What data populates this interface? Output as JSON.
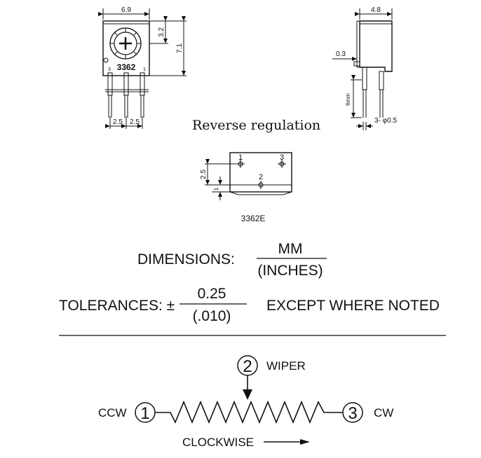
{
  "top_view": {
    "width_dim": "6.9",
    "knob_dim": "3.2",
    "height_dim": "7.1",
    "model": "3362",
    "pin3": "3",
    "pin1": "1",
    "pitch_left": "2.5",
    "pitch_right": "2.5"
  },
  "side_view": {
    "depth_dim": "4.8",
    "offset_dim": "0.3",
    "lead_len": "6mm",
    "lead_dia": "3- φ0.5"
  },
  "caption": "Reverse regulation",
  "e_view": {
    "pin1": "1",
    "pin2": "2",
    "pin3": "3",
    "dim_v1": "2.5",
    "dim_v2": "1",
    "model": "3362E"
  },
  "dimensions": {
    "label": "DIMENSIONS:",
    "unit_top": "MM",
    "unit_bottom": "(INCHES)"
  },
  "tolerances": {
    "label": "TOLERANCES: ±",
    "value_top": "0.25",
    "value_bottom": "(.010)",
    "note": "EXCEPT WHERE NOTED"
  },
  "schematic": {
    "wiper_num": "2",
    "wiper_label": "WIPER",
    "ccw_label": "CCW",
    "ccw_num": "1",
    "cw_num": "3",
    "cw_label": "CW",
    "direction_label": "CLOCKWISE"
  }
}
